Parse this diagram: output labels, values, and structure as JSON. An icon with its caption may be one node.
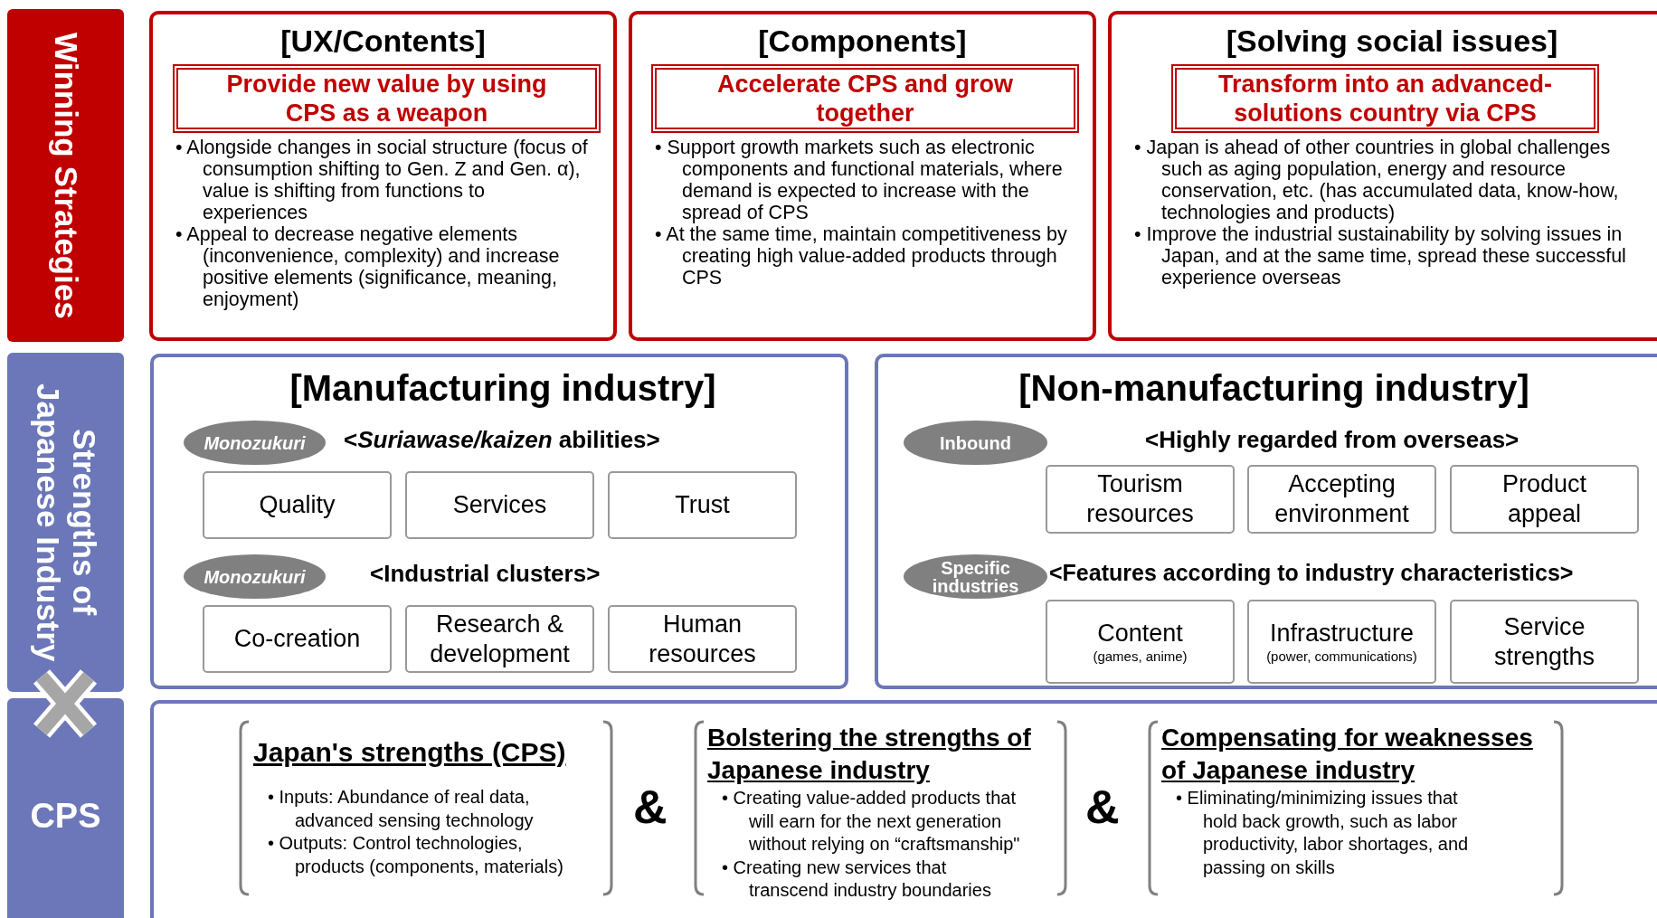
{
  "diagram": {
    "nodes": [
      {
        "text": [
          "Winning Strategies"
        ]
      },
      {
        "text": [
          "Strengths of Japanese Industry"
        ]
      },
      {
        "text": [
          "CPS"
        ]
      },
      {
        "text": [
          "[UX/Contents]",
          "• Alongside changes in social structure (focus of consumption shifting to Gen. Z and Gen. α), value is shifting from functions to experiences",
          "• Appeal to decrease negative elements (inconvenience, complexity) and increase positive elements (significance, meaning, enjoyment)"
        ]
      },
      {
        "text": [
          "Provide new value by using CPS as a weapon"
        ],
        "in": 3
      },
      {
        "text": [
          "[Components]",
          "• Support growth markets such as electronic components and functional materials, where demand is expected to increase with the spread of CPS",
          "• At the same time, maintain competitiveness by creating high value-added products through CPS"
        ]
      },
      {
        "text": [
          "Accelerate CPS and grow together"
        ],
        "in": 5
      },
      {
        "text": [
          "[Solving social issues]",
          "• Japan is ahead of other countries in global challenges such as aging population, energy and resource conservation, etc. (has accumulated data, know-how, technologies and products)",
          "• Improve the industrial sustainability by solving issues in Japan, and at the same time, spread these successful experience overseas"
        ]
      },
      {
        "text": [
          "Transform into an advanced-solutions country via CPS"
        ],
        "in": 7
      },
      {
        "text": [
          "[Manufacturing industry]",
          "<*Suriawase/kaizen* abilities>",
          "<Industrial clusters>"
        ]
      },
      {
        "text": [
          "Monozukuri"
        ],
        "in": 9
      },
      {
        "text": [
          "Quality"
        ],
        "in": 9
      },
      {
        "text": [
          "Services"
        ],
        "in": 9
      },
      {
        "text": [
          "Trust"
        ],
        "in": 9
      },
      {
        "text": [
          "Monozukuri"
        ],
        "in": 9
      },
      {
        "text": [
          "Co-creation"
        ],
        "in": 9
      },
      {
        "text": [
          "Research & development"
        ],
        "in": 9
      },
      {
        "text": [
          "Human resources"
        ],
        "in": 9
      },
      {
        "text": [
          "[Non-manufacturing industry]",
          "<Highly regarded from overseas>",
          "<Features according to industry characteristics>"
        ]
      },
      {
        "text": [
          "Inbound"
        ],
        "in": 18
      },
      {
        "text": [
          "Tourism resources"
        ],
        "in": 18
      },
      {
        "text": [
          "Accepting environment"
        ],
        "in": 18
      },
      {
        "text": [
          "Product appeal"
        ],
        "in": 18
      },
      {
        "text": [
          "Specific industries"
        ],
        "in": 18
      },
      {
        "text": [
          "Content",
          "(games, anime)"
        ],
        "in": 18
      },
      {
        "text": [
          "Infrastructure",
          "(power, communications)"
        ],
        "in": 18
      },
      {
        "text": [
          "Service strengths"
        ],
        "in": 18
      },
      {
        "text": [],
        "shape": "box"
      },
      {
        "text": [
          "Japan's strengths (CPS)",
          "• Inputs: Abundance of real data, advanced sensing technology",
          "• Outputs: Control technologies, products (components, materials)"
        ],
        "in": 27
      },
      {
        "text": [
          "Bolstering the strengths of Japanese industry",
          "• Creating value-added products that will earn for the next generation without relying on “craftsmanship\"",
          "• Creating new services that transcend industry boundaries"
        ],
        "in": 27
      },
      {
        "text": [
          "Compensating for weaknesses of Japanese industry",
          "• Eliminating/minimizing issues that hold back growth, such as labor productivity, labor shortages, and passing on skills"
        ],
        "in": 27
      }
    ],
    "labels": [
      "&",
      "&"
    ]
  }
}
